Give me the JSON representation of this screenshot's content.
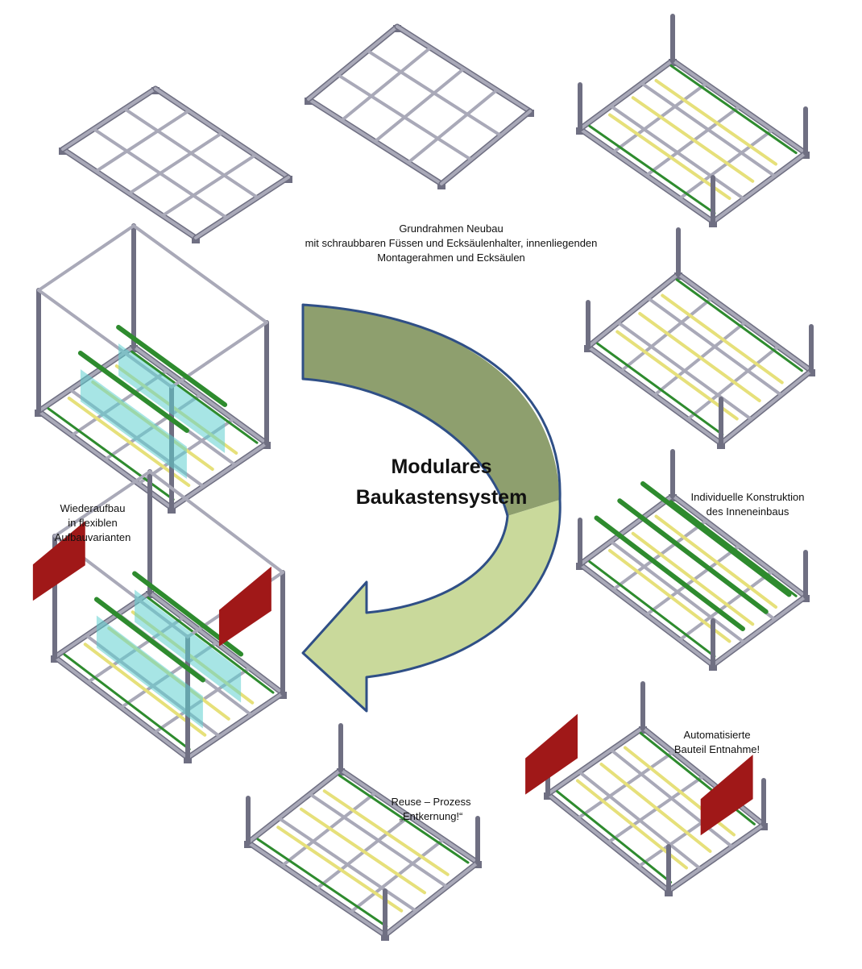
{
  "center": {
    "line1": "Modulares",
    "line2": "Baukastensystem"
  },
  "labels": {
    "grundrahmen": [
      "Grundrahmen Neubau",
      "mit schraubbaren Füssen und Ecksäulenhalter, innenliegenden",
      "Montagerahmen und Ecksäulen"
    ],
    "konstruktion": [
      "Individuelle Konstruktion",
      "des Inneneinbaus"
    ],
    "entnahme": [
      "Automatisierte",
      "Bauteil Entnahme!"
    ],
    "reuse": [
      "Reuse – Prozess",
      "„Entkernung!“"
    ],
    "wiederaufbau": [
      "Wiederaufbau",
      "in flexiblen",
      "Aufbauvarianten"
    ]
  },
  "colors": {
    "frame": "#a9a9b8",
    "frame_dark": "#6f6f82",
    "green": "#2e8b2e",
    "yellow": "#e6e07a",
    "teal": "#5fd0d0",
    "red": "#a01818",
    "arrow_dark": "#8e9f6e",
    "arrow_light": "#c9d99b",
    "arrow_outline": "#2f4f86"
  },
  "racks": [
    {
      "id": "base-frame",
      "variant": "plain"
    },
    {
      "id": "base-frame-feet",
      "variant": "feet"
    },
    {
      "id": "mounting-frame",
      "variant": "mount"
    },
    {
      "id": "corner-posts",
      "variant": "posts"
    },
    {
      "id": "interior-construction",
      "variant": "interior"
    },
    {
      "id": "automated-removal",
      "variant": "red"
    },
    {
      "id": "reuse-frame",
      "variant": "posts"
    },
    {
      "id": "rebuild-variant",
      "variant": "cage"
    },
    {
      "id": "rebuild-with-parts",
      "variant": "cage-red"
    }
  ]
}
